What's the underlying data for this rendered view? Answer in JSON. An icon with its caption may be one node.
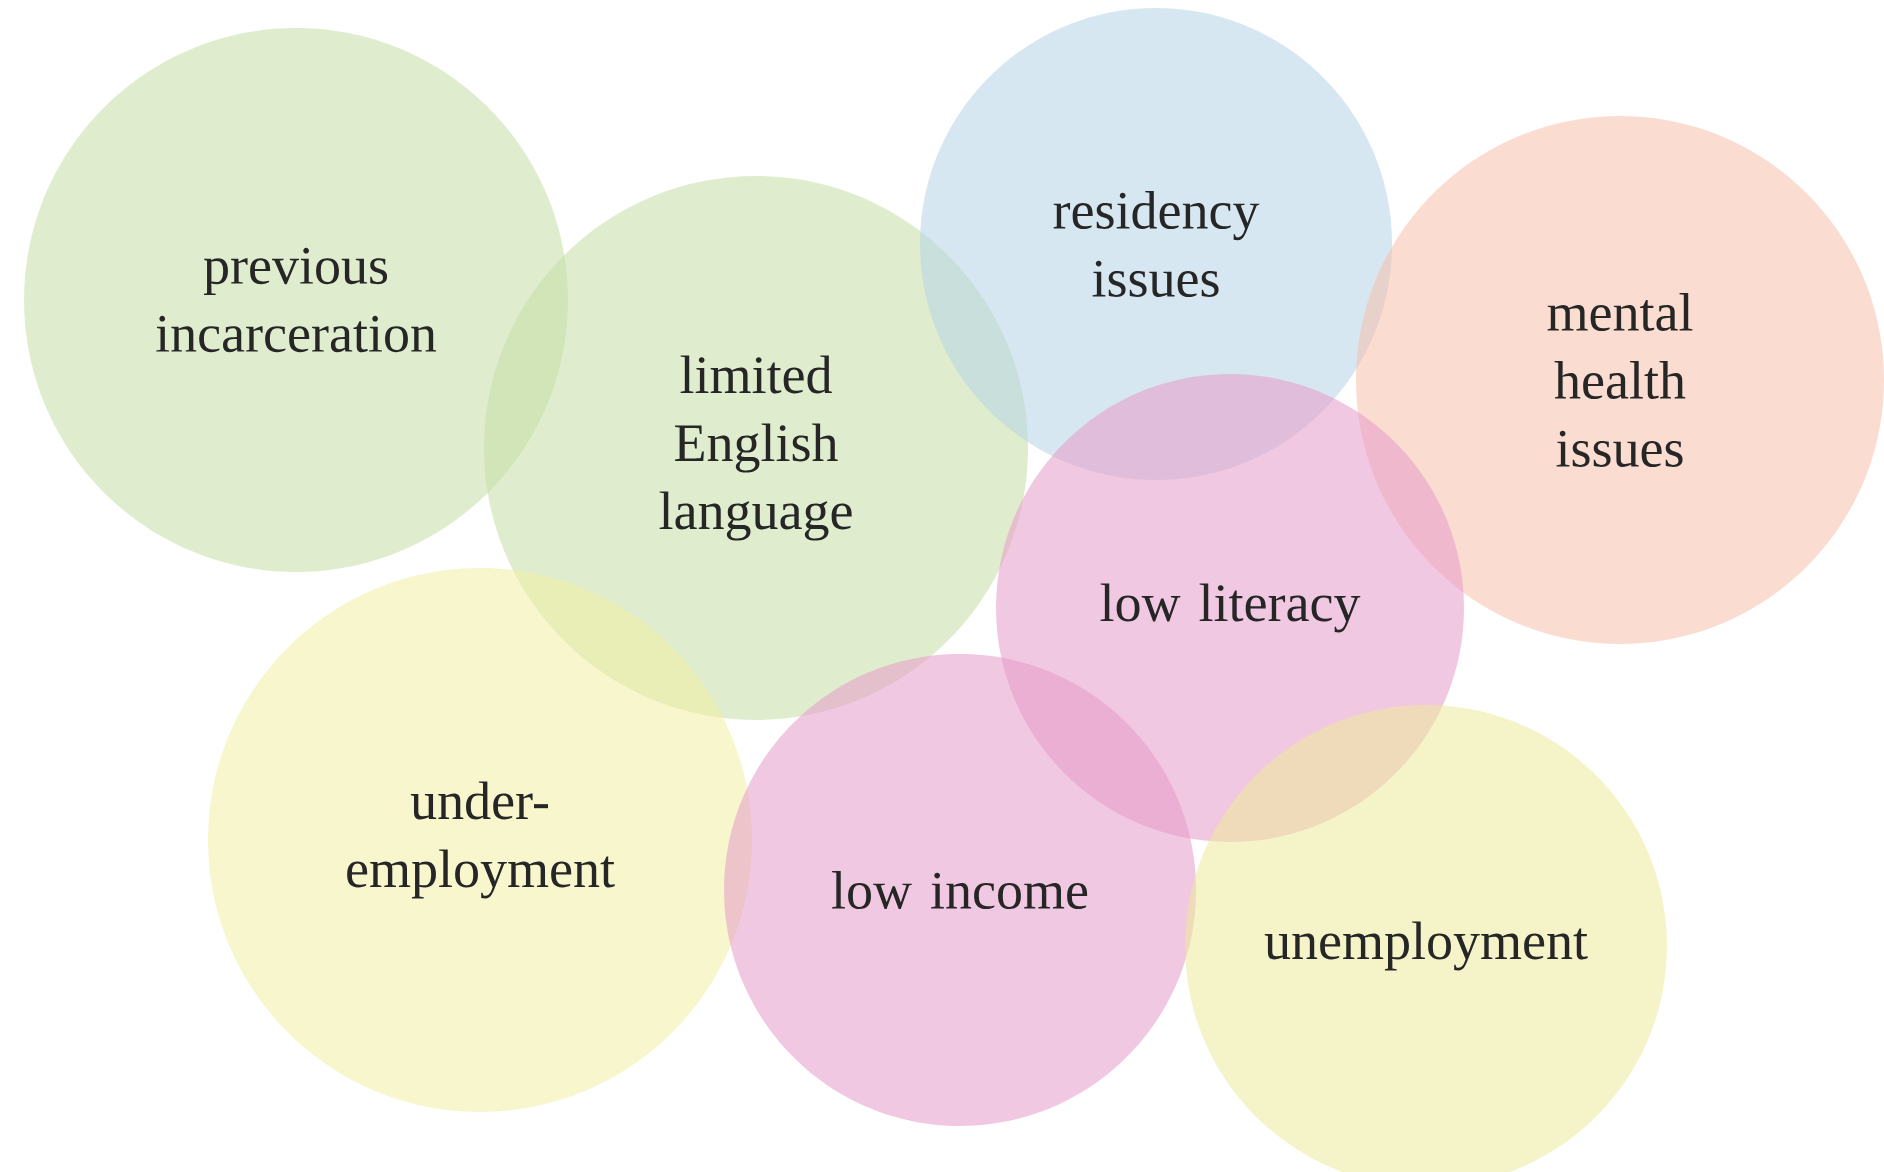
{
  "diagram": {
    "nodes": [
      {
        "text": [
          "previous incarceration"
        ]
      },
      {
        "text": [
          "limited English language"
        ]
      },
      {
        "text": [
          "residency issues"
        ]
      },
      {
        "text": [
          "mental health issues"
        ]
      },
      {
        "text": [
          "low literacy"
        ]
      },
      {
        "text": [
          "under-employment"
        ]
      },
      {
        "text": [
          "low income"
        ]
      },
      {
        "text": [
          "unemployment"
        ]
      }
    ]
  }
}
